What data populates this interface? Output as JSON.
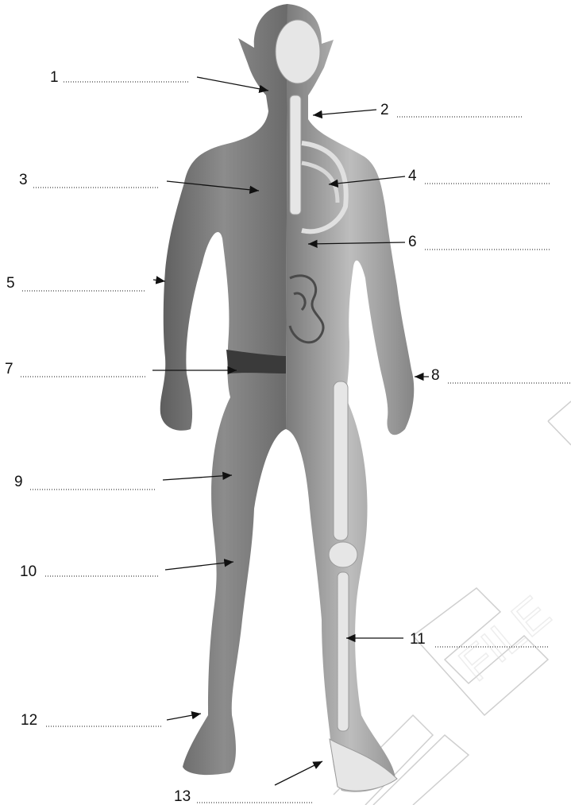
{
  "labels": [
    {
      "id": "1",
      "text": "1"
    },
    {
      "id": "2",
      "text": "2"
    },
    {
      "id": "3",
      "text": "3"
    },
    {
      "id": "4",
      "text": "4"
    },
    {
      "id": "5",
      "text": "5"
    },
    {
      "id": "6",
      "text": "6"
    },
    {
      "id": "7",
      "text": "7"
    },
    {
      "id": "8",
      "text": "8"
    },
    {
      "id": "9",
      "text": "9"
    },
    {
      "id": "10",
      "text": "10"
    },
    {
      "id": "11",
      "text": "11"
    },
    {
      "id": "12",
      "text": "12"
    },
    {
      "id": "13",
      "text": "13"
    }
  ],
  "watermark": "FILE",
  "colors": {
    "ink": "#111111",
    "skin": "#8a8a8a",
    "muscle": "#b5b5b5",
    "bone": "#e6e6e6",
    "watermark": "#cfcfcf"
  }
}
